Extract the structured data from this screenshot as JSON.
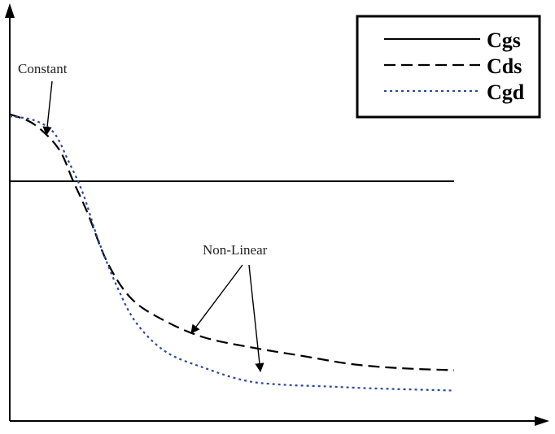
{
  "chart_data": {
    "type": "line",
    "title": "",
    "xlabel": "",
    "ylabel": "",
    "xlim": [
      0,
      10
    ],
    "ylim": [
      0,
      10
    ],
    "grid": false,
    "legend": {
      "placement": "top-right",
      "entries": [
        "Cgs",
        "Cds",
        "Cgd"
      ]
    },
    "series": [
      {
        "name": "Cgs",
        "style": "solid",
        "color": "#000000",
        "x": [
          0,
          9.1
        ],
        "y": [
          5.9,
          5.9
        ]
      },
      {
        "name": "Cds",
        "style": "dashed",
        "color": "#000000",
        "x": [
          0,
          0.5,
          1.0,
          1.3,
          1.6,
          2.0,
          2.5,
          3.2,
          4.0,
          5.0,
          6.0,
          7.0,
          8.0,
          9.1
        ],
        "y": [
          7.55,
          7.3,
          6.7,
          5.9,
          5.1,
          3.9,
          3.0,
          2.45,
          2.05,
          1.8,
          1.6,
          1.4,
          1.3,
          1.25
        ]
      },
      {
        "name": "Cgd",
        "style": "dotted",
        "color": "#2b4a9a",
        "x": [
          0,
          0.5,
          0.9,
          1.2,
          1.5,
          1.8,
          2.2,
          2.6,
          3.2,
          4.0,
          4.8,
          5.5,
          6.5,
          7.5,
          9.1
        ],
        "y": [
          7.5,
          7.4,
          7.1,
          6.4,
          5.6,
          4.5,
          3.3,
          2.4,
          1.7,
          1.3,
          1.0,
          0.9,
          0.85,
          0.8,
          0.75
        ]
      }
    ],
    "annotations": [
      {
        "text": "Constant"
      },
      {
        "text": "Non-Linear"
      }
    ]
  }
}
